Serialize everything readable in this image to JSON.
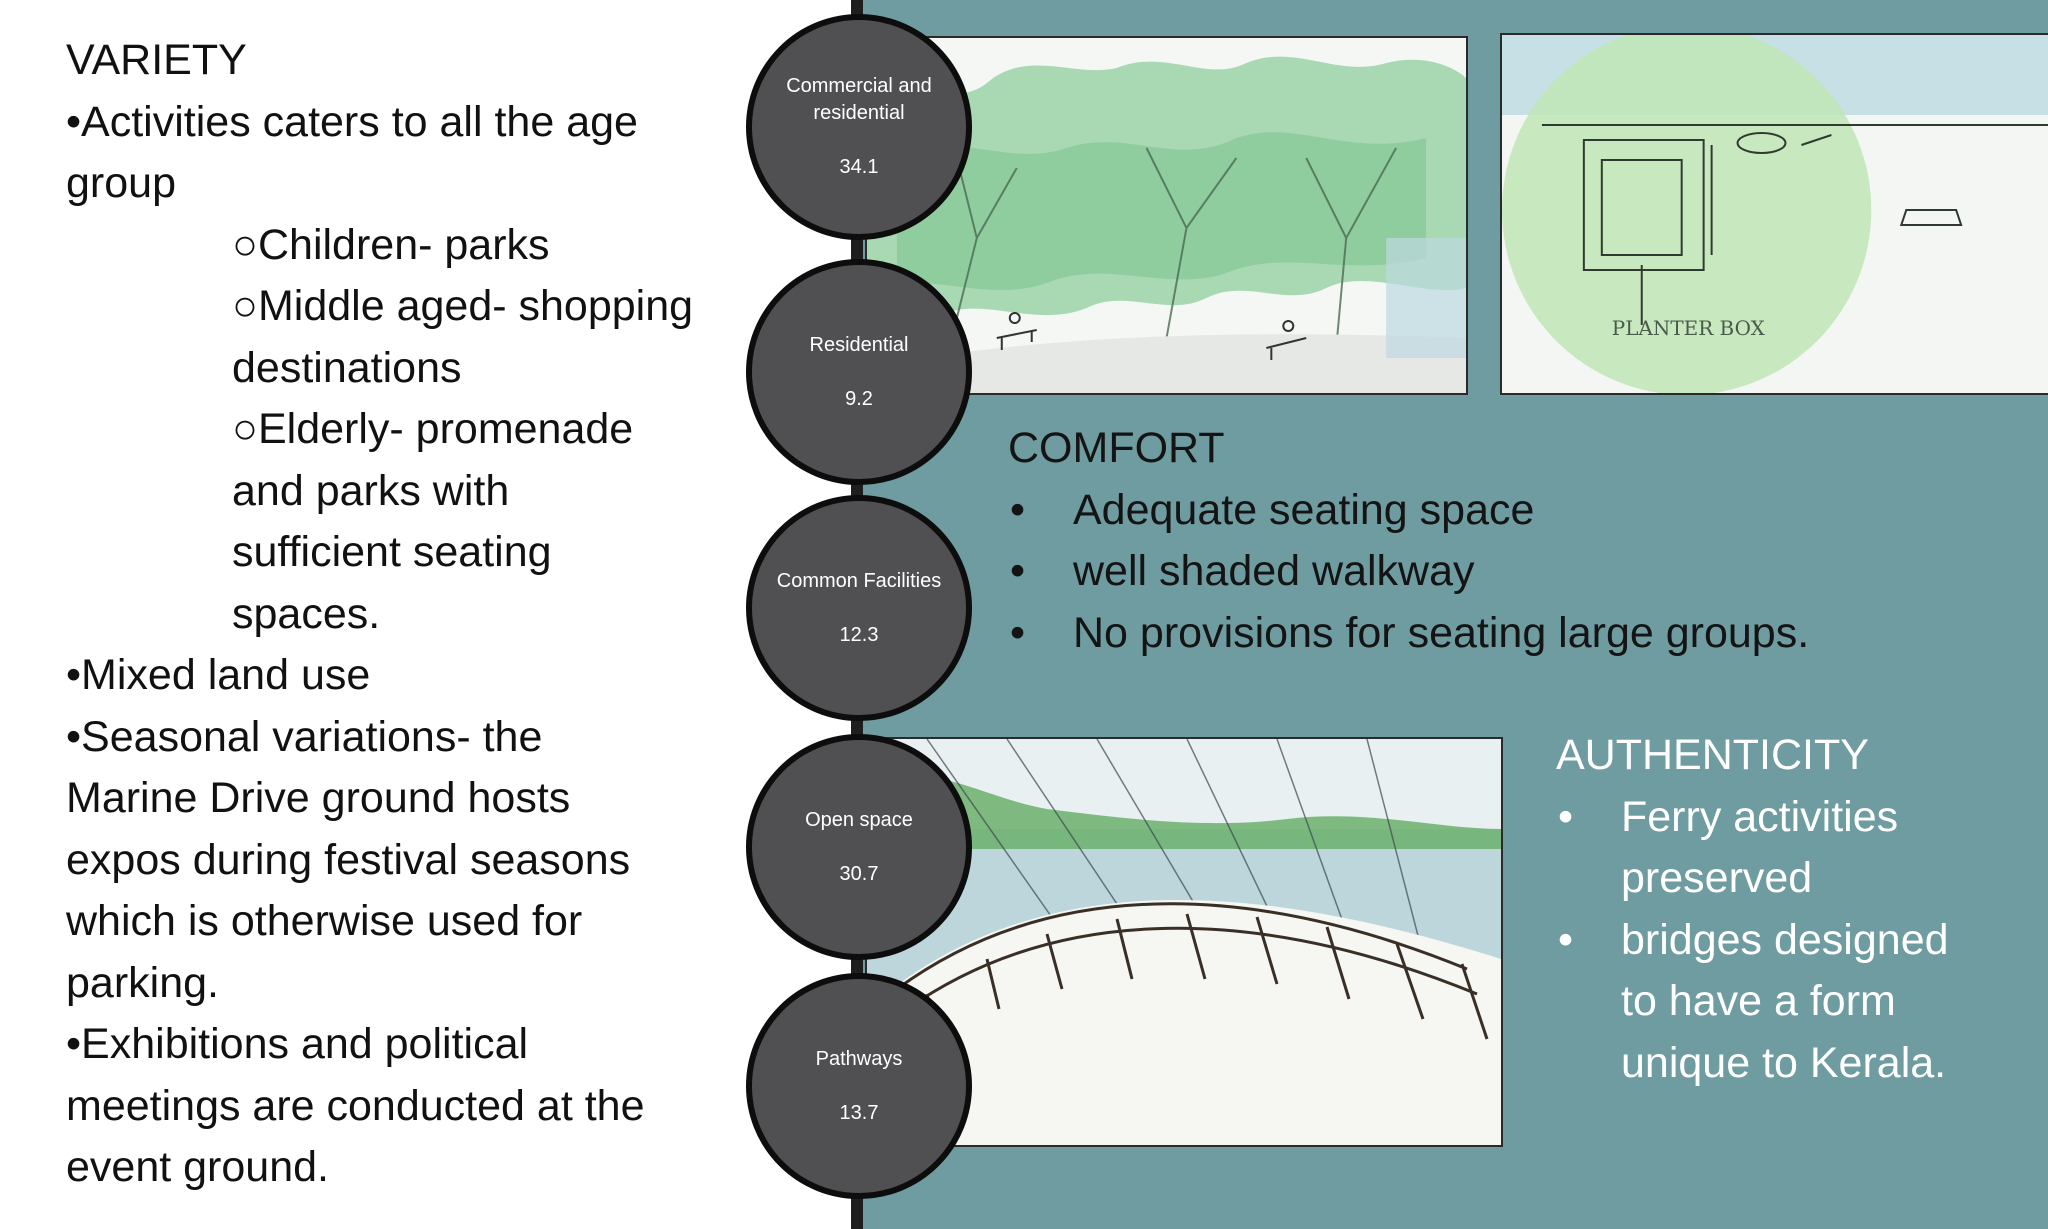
{
  "variety": {
    "title": "VARIETY",
    "line1": "•Activities caters to all the age",
    "line2": "group",
    "sub_children": "○Children- parks",
    "sub_middle_1": "○Middle aged- shopping",
    "sub_middle_2": "destinations",
    "sub_elderly_1": "○Elderly- promenade",
    "sub_elderly_2": "and parks with",
    "sub_elderly_3": "sufficient seating",
    "sub_elderly_4": "spaces.",
    "mixed": "•Mixed land use",
    "seasonal_1": "•Seasonal variations- the",
    "seasonal_2": "Marine Drive ground hosts",
    "seasonal_3": "expos during festival seasons",
    "seasonal_4": "which is otherwise used for",
    "seasonal_5": "parking.",
    "exhibit_1": "•Exhibitions and political",
    "exhibit_2": "meetings are conducted at the",
    "exhibit_3": "event ground."
  },
  "land_use": [
    {
      "label": "Commercial and residential",
      "value": "34.1"
    },
    {
      "label": "Residential",
      "value": "9.2"
    },
    {
      "label": "Common Facilities",
      "value": "12.3"
    },
    {
      "label": "Open space",
      "value": "30.7"
    },
    {
      "label": "Pathways",
      "value": "13.7"
    }
  ],
  "sketches": {
    "planter_label": "PLANTER BOX"
  },
  "comfort": {
    "title": "COMFORT",
    "bullet": "•",
    "items": [
      "Adequate seating space",
      "well shaded walkway",
      "No provisions for seating large groups."
    ]
  },
  "authenticity": {
    "title": "AUTHENTICITY",
    "bullet": "•",
    "item1_l1": "Ferry activities",
    "item1_l2": "preserved",
    "item2_l1": "bridges designed",
    "item2_l2": "to have a form",
    "item2_l3": "unique to Kerala."
  },
  "colors": {
    "panel": "#6e9ca0",
    "circle": "#505052",
    "spine": "#1e1e1e"
  }
}
